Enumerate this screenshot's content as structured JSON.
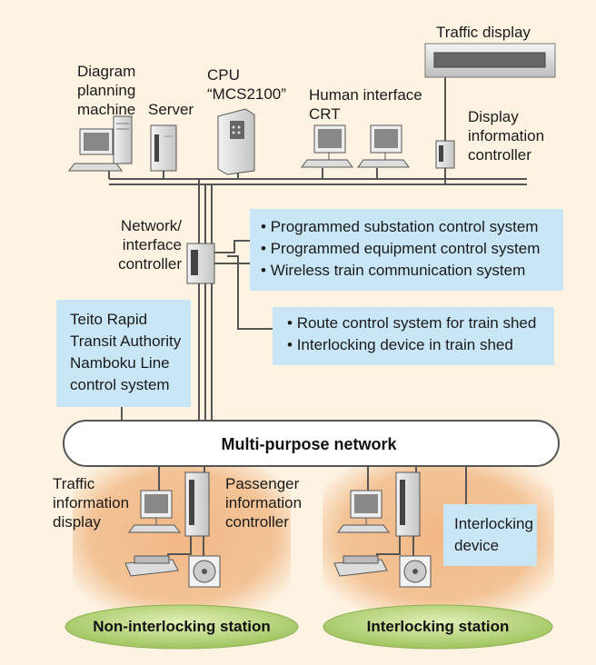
{
  "labels": {
    "diagram_planning": [
      "Diagram",
      "planning",
      "machine"
    ],
    "server": "Server",
    "cpu": [
      "CPU",
      "“MCS2100”"
    ],
    "human_interface": [
      "Human interface",
      "CRT"
    ],
    "traffic_display": "Traffic display",
    "display_info_controller": [
      "Display",
      "information",
      "controller"
    ],
    "network_interface_controller": [
      "Network/",
      "interface",
      "controller"
    ],
    "teito_box": [
      "Teito Rapid",
      "Transit Authority",
      "Namboku Line",
      "control system"
    ],
    "systems_box": [
      "Programmed substation control system",
      "Programmed equipment control system",
      "Wireless train communication system"
    ],
    "shed_box": [
      "Route control system for train shed",
      "Interlocking device in train shed"
    ],
    "multipurpose_network": "Multi-purpose network",
    "traffic_info_display": [
      "Traffic",
      "information",
      "display"
    ],
    "passenger_info_controller": [
      "Passenger",
      "information",
      "controller"
    ],
    "interlocking_device": [
      "Interlocking",
      "device"
    ],
    "non_interlocking_station": "Non-interlocking station",
    "interlocking_station": "Interlocking station"
  },
  "colors": {
    "background": "#fdf3e3",
    "info_box": "#c9e6f6",
    "station_zone": "#f1b886",
    "station_ellipse": "#b9d77a",
    "line": "#555555"
  },
  "icons": [
    "desktop-computer-icon",
    "tower-server-icon",
    "crt-monitor-icon",
    "controller-unit-icon",
    "traffic-display-panel-icon",
    "printer-icon",
    "disc-drive-icon"
  ]
}
